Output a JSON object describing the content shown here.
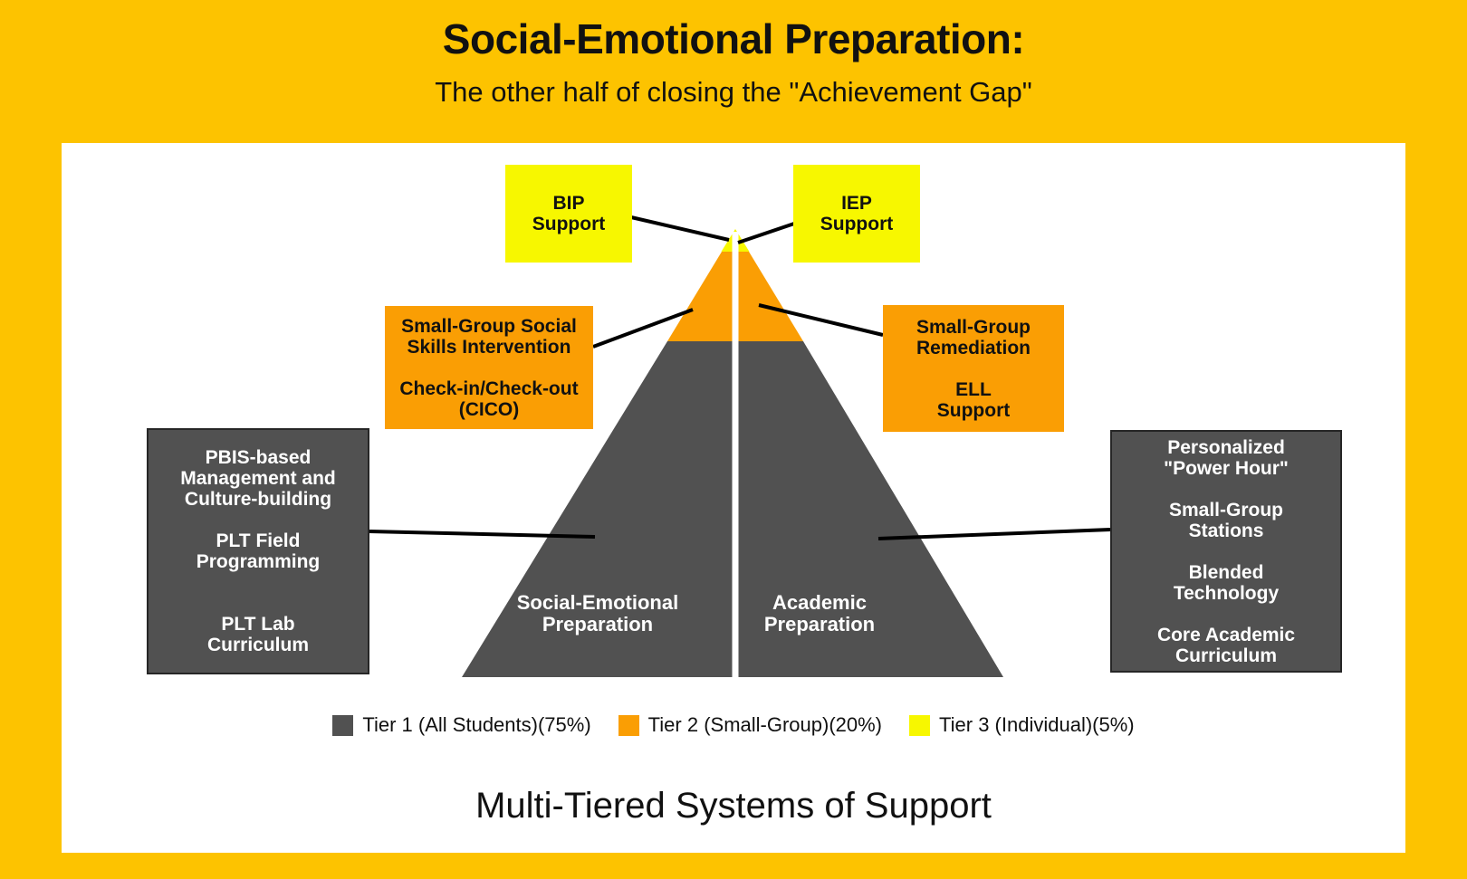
{
  "colors": {
    "background": "#FDC300",
    "panel": "#FFFFFF",
    "tier1_gray": "#515151",
    "tier2_orange": "#FA9E04",
    "tier3_yellow": "#F7F700",
    "connector": "#000000"
  },
  "header": {
    "title": "Social-Emotional Preparation:",
    "subtitle": "The other half of closing the \"Achievement Gap\""
  },
  "pyramid": {
    "left_half_label": [
      "Social-Emotional",
      "Preparation"
    ],
    "right_half_label": [
      "Academic",
      "Preparation"
    ]
  },
  "callouts": {
    "bip": [
      "BIP",
      "Support"
    ],
    "iep": [
      "IEP",
      "Support"
    ],
    "tier2_left": [
      "Small-Group Social",
      "Skills Intervention",
      "",
      "Check-in/Check-out",
      "(CICO)"
    ],
    "tier2_right": [
      "Small-Group",
      "Remediation",
      "",
      "ELL",
      "Support"
    ],
    "tier1_left": [
      "PBIS-based",
      "Management and",
      "Culture-building",
      "",
      "PLT Field",
      "Programming",
      "",
      "",
      "PLT Lab",
      "Curriculum"
    ],
    "tier1_right": [
      "Personalized",
      "\"Power Hour\"",
      "",
      "Small-Group",
      "Stations",
      "",
      "Blended",
      "Technology",
      "",
      "Core Academic",
      "Curriculum"
    ]
  },
  "legend": {
    "items": [
      {
        "label": "Tier 1 (All Students)(75%)",
        "color": "#515151"
      },
      {
        "label": "Tier 2 (Small-Group)(20%)",
        "color": "#FA9E04"
      },
      {
        "label": "Tier 3 (Individual)(5%)",
        "color": "#F7F700"
      }
    ]
  },
  "footer": {
    "title": "Multi-Tiered Systems of Support"
  }
}
